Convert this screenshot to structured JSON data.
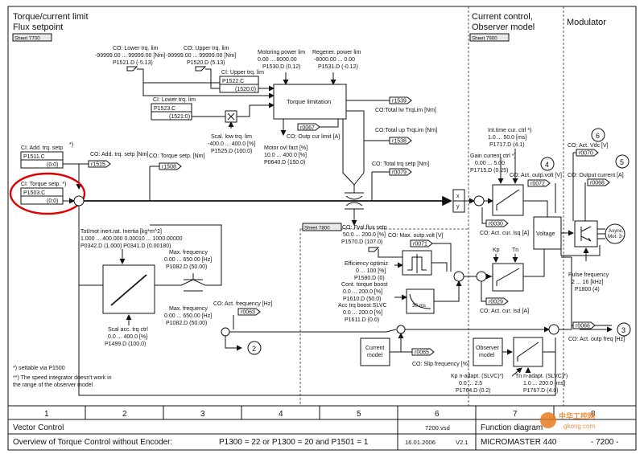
{
  "header": {
    "section1_line1": "Torque/current limit",
    "section1_line2": "Flux setpoint",
    "section2_line1": "Current control,",
    "section2_line2": "Observer model",
    "section3": "Modulator",
    "sheet_main": "Sheet  7700",
    "sheet_current": "Sheet  7900",
    "sheet_flux": "Sheet  7800"
  },
  "limits": {
    "lower_lim_title": "CO: Lower trq. lim",
    "lower_lim_range": "-99999.00 ... 99999.00  [Nm]",
    "lower_lim_param": "P1521.D (-5.13)",
    "upper_lim_title": "CO: Upper trq. lim",
    "upper_lim_range": "-99999.00 ... 99999.00  [Nm]",
    "upper_lim_param": "P1520.D (5.13)",
    "motoring_title": "Motoring power lim",
    "motoring_range": "0.00 ... 8000.00",
    "motoring_param": "P1530.D (0.12)",
    "regen_title": "Regener.  power lim",
    "regen_range": "-8000.00 ... 0.00",
    "regen_param": "P1531.D (-0.12)",
    "ci_upper": "CI: Upper trq. lim",
    "p1522": "P1522.C",
    "p1522_val": "(1520:0)",
    "ci_lower": "CI: Lower trq. lim",
    "p1523": "P1523.C",
    "p1523_val": "(1521:0)",
    "torque_limitation": "Torque limitation",
    "r1539": "r1539",
    "r1539_label": "CO:Total lw TrqLim [Nm]",
    "r0067": "r0067",
    "r0067_label": "CO: Outp cur limit [A]",
    "r1538_label": "CO:Total up TrqLim [Nm]",
    "r1538": "r1538",
    "scal_low_title": "Scal. low trq. lim",
    "scal_low_range": "-400.0 ... 400.0  [%]",
    "scal_low_param": "P1525.D (100.0)",
    "motor_ovl_title": "Motor ovl fact [%]",
    "motor_ovl_range": "10.0 ... 400.0  [%]",
    "motor_ovl_param": "P0640.D (150.0)",
    "total_trq_label": "CO: Total trq setp [Nm]",
    "r0079": "r0079"
  },
  "setpoints": {
    "ci_add": "CI: Add. trq. setp",
    "p1511": "P1511.C",
    "p1511_val": "(0:0)",
    "star1": "*)",
    "co_add": "CO: Add. trq. setp [Nm]",
    "r1515": "r1515",
    "co_torque": "CO: Torque setp. [Nm]",
    "r1508": "r1508",
    "ci_torque": "CI: Torque setp.  *)",
    "p1503": "P1503.C",
    "p1503_val": "(0:0)"
  },
  "inertia": {
    "line1": "Tot/mot inert.rat.      Inertia [kg*m^2]",
    "line2": "1.000 ... 400.000  0.00010 ... 1000.00000",
    "line3": "P0342.D (1.000)  P0341.D (0.00180)",
    "maxf1_title": "Max. frequency",
    "maxf1_range": "0.00 ... 650.00  [Hz]",
    "maxf1_param": "P1082.D (50.00)",
    "maxf2_title": "Max. frequency",
    "maxf2_range": "0.00 ... 650.00  [Hz]",
    "maxf2_param": "P1082.D (50.00)",
    "scal_acc_title": "Scal acc. trq ctrl",
    "scal_acc_range": "0.0 ... 400.0  [%]",
    "scal_acc_param": "P1499.D (100.0)",
    "co_act_freq": "CO: Act. frequency [Hz]",
    "r0063": "r0063"
  },
  "flux": {
    "fval_title": "CO: Fval flux setp",
    "fval_range": "50.0 ... 200.0  [%]",
    "fval_param": "P1570.D (107.0)",
    "max_outp_volt": "CO: Max. outp.volt [V]",
    "r0071": "r0071",
    "eff_title": "Efficiency optimiz",
    "eff_range": "0 ... 100  [%]",
    "eff_param": "P1580.D (0)",
    "cont_title": "Cont. torque boost",
    "cont_range": "0.0 ... 200.0  [%]",
    "cont_param": "P1610.D (50.0)",
    "acc_title": "Acc trq boost SLVC",
    "acc_range": "0.0 ... 200.0  [%]",
    "acc_param": "P1611.D (0.0)",
    "ms_label": "30 ms"
  },
  "current": {
    "int_title": "Int.time cur. ctrl  *)",
    "int_range": "1.0 ... 50.0  [ms]",
    "int_param": "P1717.D (4.1)",
    "gain_title": "Gain current ctrl *)",
    "gain_range": "0.00 ... 5.00",
    "gain_param": "P1715.D (0.25)",
    "co_outp_volt": "CO: Act. outp.volt [V]",
    "r0072": "r0072",
    "r0030": "r0030",
    "co_isq": "CO: Act. cur. Isq [A]",
    "voltage": "Voltage",
    "kp": "Kp",
    "tn": "Tn",
    "r0029": "r0029",
    "co_isd": "CO: Act. cur. Isd [A]",
    "xy_top": "x",
    "xy_bot": "y"
  },
  "modulator": {
    "co_vdc": "CO: Act. Vdc [V]",
    "r0070": "r0070",
    "co_outp_cur": "CO: Output current [A]",
    "r0068": "r0068",
    "motor_line1": "Async.",
    "motor_line2": "Mot. 3~",
    "pulse_title": "Pulse frequency",
    "pulse_range": "2 ... 16  [kHz]",
    "pulse_param": "P1800 (4)",
    "marker4": "4",
    "marker5": "5",
    "marker6": "6"
  },
  "observer": {
    "current_model_line1": "Current",
    "current_model_line2": "model",
    "r0065": "r0065",
    "co_slip": "CO: Slip frequency [%]",
    "observer_line1": "Observer",
    "observer_line2": "model",
    "r0066": "r0066",
    "co_outp_freq": "CO: Act. outp freq [Hz]",
    "marker3": "3",
    "marker2": "2",
    "kp_title": "Kp n-adapt. (SLVC)*)",
    "kp_range": "0.0 ... 2.5",
    "kp_param": "P1764.D (0.2)",
    "tn_title": "Tn n-adapt. (SLVC)*)",
    "tn_range": "1.0 ... 200.0  [ms]",
    "tn_param": "P1767.D (4.0)"
  },
  "notes": {
    "note1": "*)   settable via P1500",
    "note2": "**) The speed integrator doesn't work in",
    "note3": "the range of the observer model"
  },
  "footer": {
    "col_numbers": [
      "1",
      "2",
      "3",
      "4",
      "5",
      "6",
      "7",
      "8"
    ],
    "title1": "Vector Control",
    "title2": "Overview of Torque Control without Encoder:",
    "condition": "P1300 = 22 or P1300 = 20 and P1501 = 1",
    "file": "7200.vsd",
    "date": "16.01.2006",
    "version": "V2.1",
    "func_label": "Function diagram",
    "product": "MICROMASTER 440",
    "sheet_no": "- 7200 -"
  },
  "watermark": {
    "line1": "中华工控网",
    "line2": "gkong.com"
  },
  "colors": {
    "highlight": "#e00000",
    "watermark": "#e87b1e",
    "box_shade": "#e9e9e9"
  }
}
